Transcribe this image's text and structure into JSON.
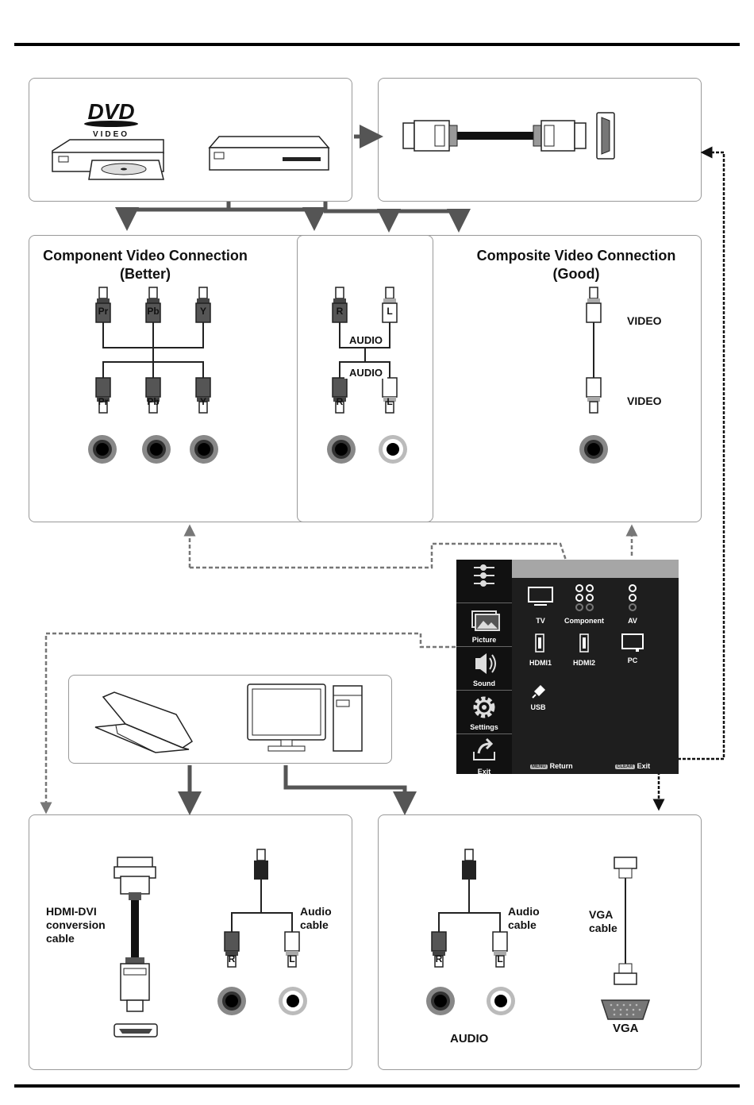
{
  "dvd_logo": {
    "text": "DVD",
    "sub": "VIDEO"
  },
  "component": {
    "title_line1": "Component Video Connection",
    "title_line2": "(Better)",
    "plugs": [
      "Pr",
      "Pb",
      "Y"
    ]
  },
  "audio_mid": {
    "label_top": "AUDIO",
    "label_bottom": "AUDIO",
    "plug_r": "R",
    "plug_l": "L"
  },
  "composite": {
    "title_line1": "Composite Video Connection",
    "title_line2": "(Good)",
    "video_top": "VIDEO",
    "video_bottom": "VIDEO"
  },
  "tv_menu": {
    "sidebar": [
      {
        "label": "",
        "icon": "input-source-icon"
      },
      {
        "label": "Picture",
        "icon": "picture-icon"
      },
      {
        "label": "Sound",
        "icon": "speaker-icon"
      },
      {
        "label": "Settings",
        "icon": "gear-icon"
      },
      {
        "label": "Exit",
        "icon": "exit-icon"
      }
    ],
    "sources": {
      "tv": "TV",
      "component": "Component",
      "av": "AV",
      "hdmi1": "HDMI1",
      "hdmi2": "HDMI2",
      "pc": "PC",
      "usb": "USB"
    },
    "footer": {
      "menu_key": "MENU",
      "return": "Return",
      "clear_key": "CLEAR",
      "exit": "Exit"
    }
  },
  "hdmi_dvi": {
    "label_line1": "HDMI-DVI",
    "label_line2": "conversion",
    "label_line3": "cable"
  },
  "audio_cable_left": {
    "line1": "Audio",
    "line2": "cable",
    "plug_r": "R",
    "plug_l": "L"
  },
  "audio_cable_right": {
    "line1": "Audio",
    "line2": "cable",
    "plug_r": "R",
    "plug_l": "L",
    "caption": "AUDIO"
  },
  "vga": {
    "line1": "VGA",
    "line2": "cable",
    "caption": "VGA"
  },
  "colors": {
    "arrow": "#555555",
    "dotted": "#777777",
    "menu_bg": "#1e1e1e"
  }
}
